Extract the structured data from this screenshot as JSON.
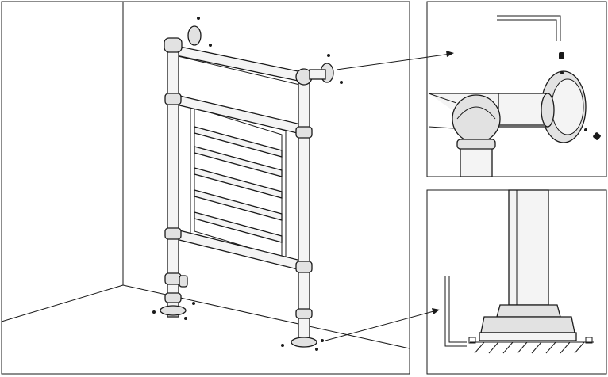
{
  "figure": {
    "description_visible_text": "",
    "panels": [
      {
        "id": "main-view",
        "content": "towel-radiator-installed"
      },
      {
        "id": "detail-wall-bracket",
        "content": "wall-bracket-fixing"
      },
      {
        "id": "detail-floor-foot",
        "content": "floor-foot-fixing"
      }
    ],
    "icons": [
      "hex-key-icon",
      "grub-screw-icon",
      "arrow-icon"
    ],
    "colors": {
      "line": "#1a1a1a",
      "pipe_fill": "#f4f4f4",
      "joint_fill": "#e2e2e2"
    }
  }
}
